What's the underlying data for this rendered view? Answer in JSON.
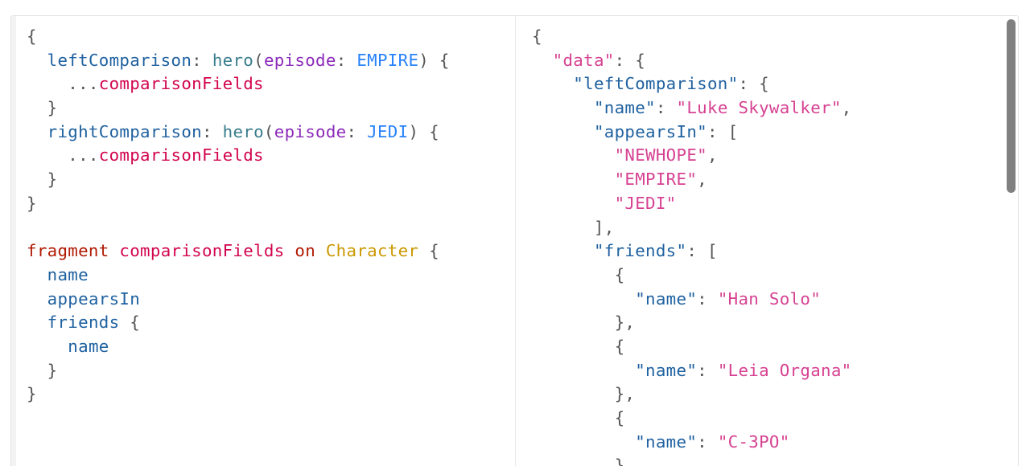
{
  "query": {
    "lines": [
      [
        {
          "t": "{",
          "c": "punct"
        }
      ],
      [
        {
          "t": "  ",
          "c": "punct"
        },
        {
          "t": "leftComparison",
          "c": "prop"
        },
        {
          "t": ": ",
          "c": "punct"
        },
        {
          "t": "hero",
          "c": "field-hero"
        },
        {
          "t": "(",
          "c": "punct"
        },
        {
          "t": "episode",
          "c": "arg"
        },
        {
          "t": ": ",
          "c": "punct"
        },
        {
          "t": "EMPIRE",
          "c": "enum"
        },
        {
          "t": ") {",
          "c": "punct"
        }
      ],
      [
        {
          "t": "    ...",
          "c": "punct"
        },
        {
          "t": "comparisonFields",
          "c": "spread-name"
        }
      ],
      [
        {
          "t": "  }",
          "c": "punct"
        }
      ],
      [
        {
          "t": "  ",
          "c": "punct"
        },
        {
          "t": "rightComparison",
          "c": "prop"
        },
        {
          "t": ": ",
          "c": "punct"
        },
        {
          "t": "hero",
          "c": "field-hero"
        },
        {
          "t": "(",
          "c": "punct"
        },
        {
          "t": "episode",
          "c": "arg"
        },
        {
          "t": ": ",
          "c": "punct"
        },
        {
          "t": "JEDI",
          "c": "enum"
        },
        {
          "t": ") {",
          "c": "punct"
        }
      ],
      [
        {
          "t": "    ...",
          "c": "punct"
        },
        {
          "t": "comparisonFields",
          "c": "spread-name"
        }
      ],
      [
        {
          "t": "  }",
          "c": "punct"
        }
      ],
      [
        {
          "t": "}",
          "c": "punct"
        }
      ],
      [],
      [
        {
          "t": "fragment",
          "c": "keyword"
        },
        {
          "t": " ",
          "c": "punct"
        },
        {
          "t": "comparisonFields",
          "c": "spread-name"
        },
        {
          "t": " ",
          "c": "punct"
        },
        {
          "t": "on",
          "c": "keyword"
        },
        {
          "t": " ",
          "c": "punct"
        },
        {
          "t": "Character",
          "c": "type"
        },
        {
          "t": " {",
          "c": "punct"
        }
      ],
      [
        {
          "t": "  ",
          "c": "punct"
        },
        {
          "t": "name",
          "c": "def"
        }
      ],
      [
        {
          "t": "  ",
          "c": "punct"
        },
        {
          "t": "appearsIn",
          "c": "def"
        }
      ],
      [
        {
          "t": "  ",
          "c": "punct"
        },
        {
          "t": "friends",
          "c": "def"
        },
        {
          "t": " {",
          "c": "punct"
        }
      ],
      [
        {
          "t": "    ",
          "c": "punct"
        },
        {
          "t": "name",
          "c": "def"
        }
      ],
      [
        {
          "t": "  }",
          "c": "punct"
        }
      ],
      [
        {
          "t": "}",
          "c": "punct"
        }
      ]
    ]
  },
  "result": {
    "lines": [
      [
        {
          "t": "{",
          "c": "punct"
        }
      ],
      [
        {
          "t": "  ",
          "c": "punct"
        },
        {
          "t": "\"data\"",
          "c": "str"
        },
        {
          "t": ": {",
          "c": "punct"
        }
      ],
      [
        {
          "t": "    ",
          "c": "punct"
        },
        {
          "t": "\"leftComparison\"",
          "c": "key"
        },
        {
          "t": ": {",
          "c": "punct"
        }
      ],
      [
        {
          "t": "      ",
          "c": "punct"
        },
        {
          "t": "\"name\"",
          "c": "key"
        },
        {
          "t": ": ",
          "c": "punct"
        },
        {
          "t": "\"Luke Skywalker\"",
          "c": "str"
        },
        {
          "t": ",",
          "c": "punct"
        }
      ],
      [
        {
          "t": "      ",
          "c": "punct"
        },
        {
          "t": "\"appearsIn\"",
          "c": "key"
        },
        {
          "t": ": [",
          "c": "punct"
        }
      ],
      [
        {
          "t": "        ",
          "c": "punct"
        },
        {
          "t": "\"NEWHOPE\"",
          "c": "str"
        },
        {
          "t": ",",
          "c": "punct"
        }
      ],
      [
        {
          "t": "        ",
          "c": "punct"
        },
        {
          "t": "\"EMPIRE\"",
          "c": "str"
        },
        {
          "t": ",",
          "c": "punct"
        }
      ],
      [
        {
          "t": "        ",
          "c": "punct"
        },
        {
          "t": "\"JEDI\"",
          "c": "str"
        }
      ],
      [
        {
          "t": "      ],",
          "c": "punct"
        }
      ],
      [
        {
          "t": "      ",
          "c": "punct"
        },
        {
          "t": "\"friends\"",
          "c": "key"
        },
        {
          "t": ": [",
          "c": "punct"
        }
      ],
      [
        {
          "t": "        {",
          "c": "punct"
        }
      ],
      [
        {
          "t": "          ",
          "c": "punct"
        },
        {
          "t": "\"name\"",
          "c": "key"
        },
        {
          "t": ": ",
          "c": "punct"
        },
        {
          "t": "\"Han Solo\"",
          "c": "str"
        }
      ],
      [
        {
          "t": "        },",
          "c": "punct"
        }
      ],
      [
        {
          "t": "        {",
          "c": "punct"
        }
      ],
      [
        {
          "t": "          ",
          "c": "punct"
        },
        {
          "t": "\"name\"",
          "c": "key"
        },
        {
          "t": ": ",
          "c": "punct"
        },
        {
          "t": "\"Leia Organa\"",
          "c": "str"
        }
      ],
      [
        {
          "t": "        },",
          "c": "punct"
        }
      ],
      [
        {
          "t": "        {",
          "c": "punct"
        }
      ],
      [
        {
          "t": "          ",
          "c": "punct"
        },
        {
          "t": "\"name\"",
          "c": "key"
        },
        {
          "t": ": ",
          "c": "punct"
        },
        {
          "t": "\"C-3PO\"",
          "c": "str"
        }
      ],
      [
        {
          "t": "        },",
          "c": "punct"
        }
      ]
    ]
  }
}
